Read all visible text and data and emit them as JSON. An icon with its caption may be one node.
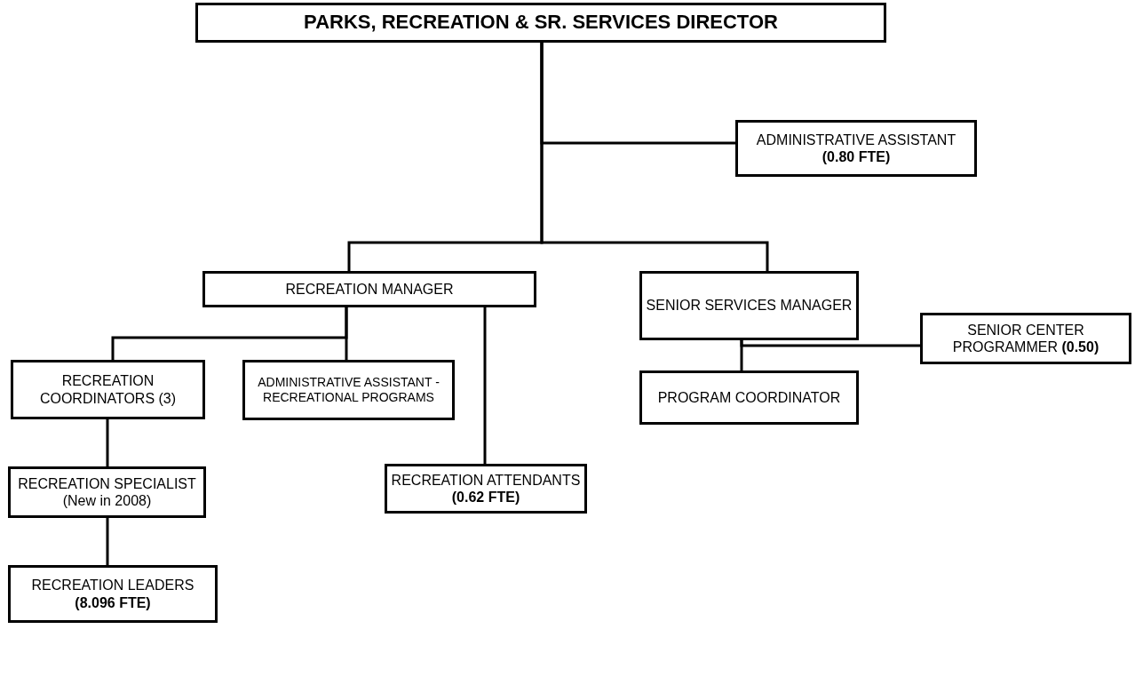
{
  "diagram": {
    "nodes": [
      {
        "text": [
          "PARKS, RECREATION & SR. SERVICES DIRECTOR"
        ]
      },
      {
        "text": [
          "ADMINISTRATIVE ASSISTANT **(0.80 FTE)**"
        ]
      },
      {
        "text": [
          "RECREATION MANAGER"
        ]
      },
      {
        "text": [
          "SENIOR SERVICES MANAGER"
        ]
      },
      {
        "text": [
          "SENIOR CENTER PROGRAMMER  **(0.50)**"
        ]
      },
      {
        "text": [
          "PROGRAM COORDINATOR"
        ]
      },
      {
        "text": [
          "RECREATION COORDINATORS (3)"
        ]
      },
      {
        "text": [
          "ADMINISTRATIVE ASSISTANT - RECREATIONAL PROGRAMS"
        ]
      },
      {
        "text": [
          "RECREATION SPECIALIST (New in 2008)"
        ]
      },
      {
        "text": [
          "RECREATION ATTENDANTS **(0.62 FTE)**"
        ]
      },
      {
        "text": [
          "RECREATION LEADERS **(8.096 FTE)**"
        ]
      }
    ],
    "edges": [
      {
        "from": 0,
        "to": 1,
        "arrow": "none"
      },
      {
        "from": 0,
        "to": 2,
        "arrow": "none"
      },
      {
        "from": 0,
        "to": 3,
        "arrow": "none"
      },
      {
        "from": 2,
        "to": 6,
        "arrow": "none"
      },
      {
        "from": 2,
        "to": 7,
        "arrow": "none"
      },
      {
        "from": 2,
        "to": 9,
        "arrow": "none"
      },
      {
        "from": 3,
        "to": 4,
        "arrow": "none"
      },
      {
        "from": 3,
        "to": 5,
        "arrow": "none"
      },
      {
        "from": 6,
        "to": 8,
        "arrow": "none"
      },
      {
        "from": 8,
        "to": 10,
        "arrow": "none"
      }
    ]
  }
}
